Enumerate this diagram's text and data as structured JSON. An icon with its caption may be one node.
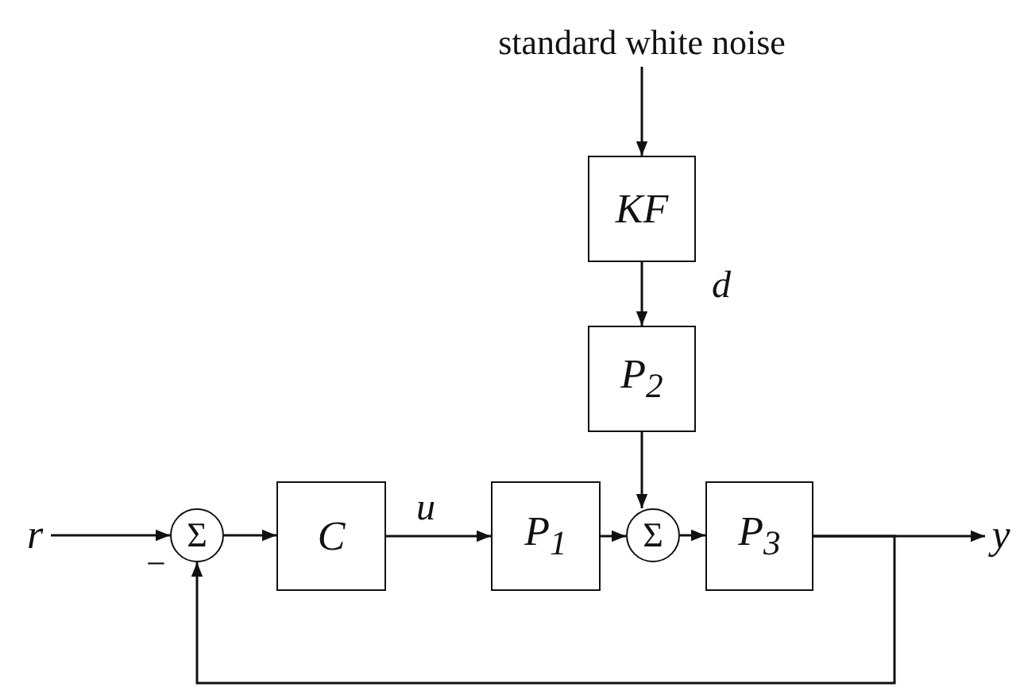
{
  "diagram": {
    "nodes": [
      {
        "text": [
          "standard white noise"
        ]
      },
      {
        "text": [
          "*KF*"
        ]
      },
      {
        "text": [
          "P$_{2}$"
        ]
      },
      {
        "text": [
          "r"
        ]
      },
      {
        "text": [
          "Σ"
        ]
      },
      {
        "text": [
          "C"
        ]
      },
      {
        "text": [
          "P$_{1}$"
        ]
      },
      {
        "text": [
          "Σ"
        ]
      },
      {
        "text": [
          "P$_{3}$"
        ]
      },
      {
        "text": [
          "y"
        ]
      }
    ],
    "edges": [
      {
        "from": 0,
        "to": 1,
        "arrow": "to"
      },
      {
        "from": 1,
        "to": 2,
        "arrow": "to",
        "label": "d"
      },
      {
        "from": 2,
        "to": 7,
        "arrow": "to"
      },
      {
        "from": 3,
        "to": 4,
        "arrow": "to"
      },
      {
        "from": 4,
        "to": 5,
        "arrow": "to"
      },
      {
        "from": 5,
        "to": 6,
        "arrow": "to",
        "label": "u"
      },
      {
        "from": 6,
        "to": 7,
        "arrow": "to"
      },
      {
        "from": 7,
        "to": 8,
        "arrow": "to"
      },
      {
        "from": 8,
        "to": 9,
        "arrow": "to"
      },
      {
        "from": 8,
        "to": 4,
        "arrow": "to"
      }
    ],
    "labels": [
      "−"
    ]
  }
}
